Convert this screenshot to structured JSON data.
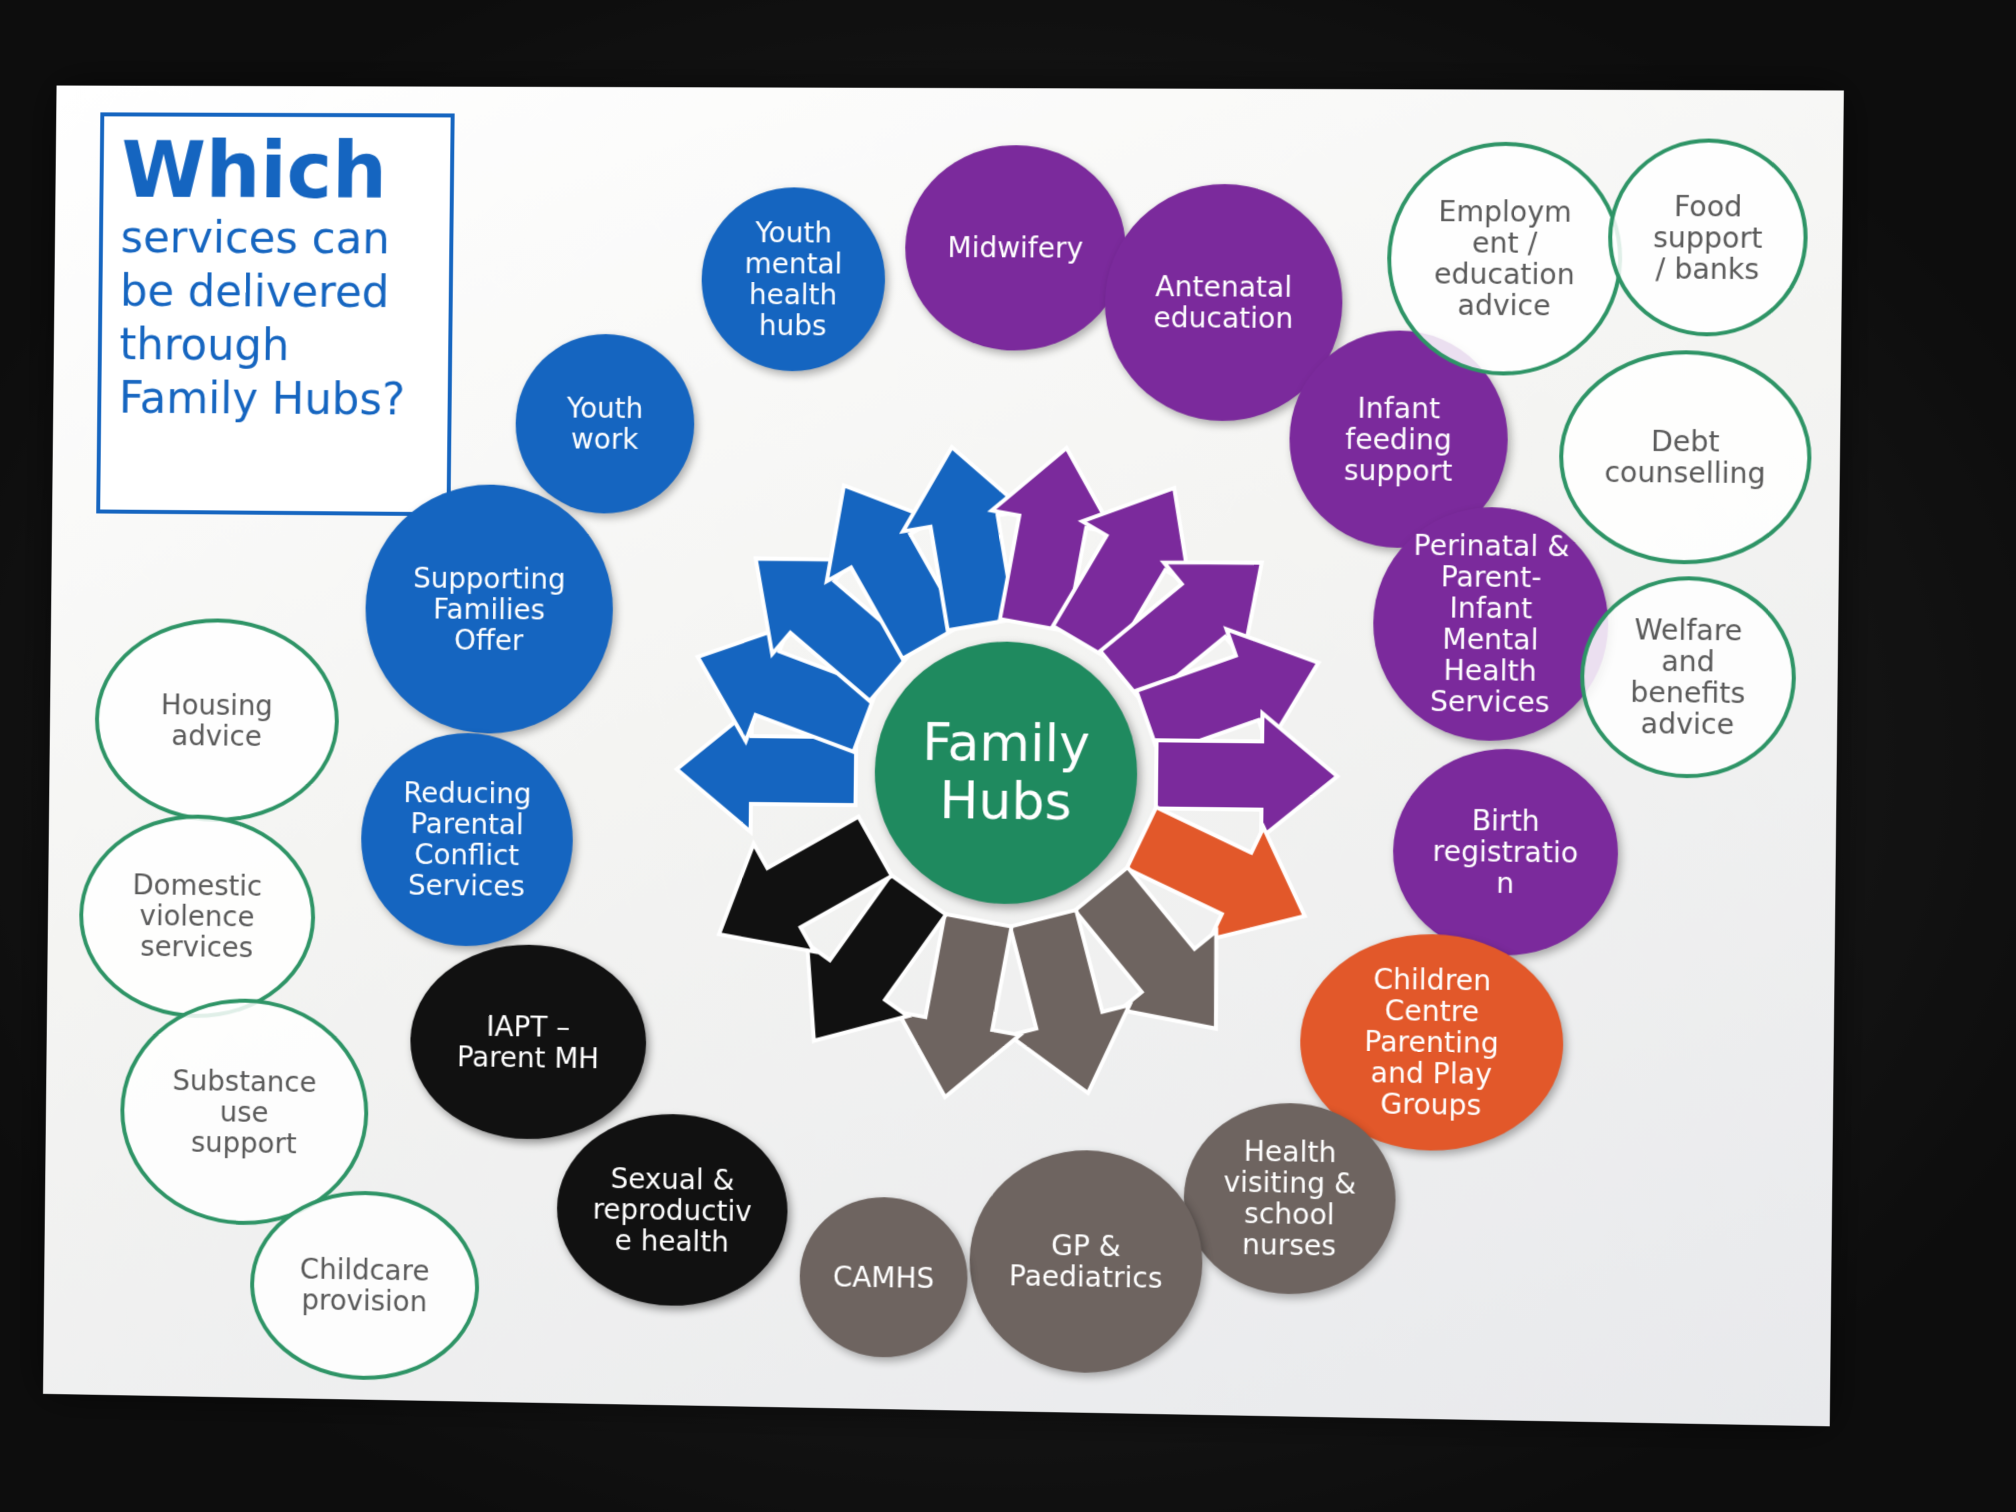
{
  "title": {
    "main": "Which",
    "sub": "services can\nbe delivered\nthrough\nFamily Hubs?"
  },
  "center": {
    "label": "Family\nHubs",
    "color": "#1f8a5f"
  },
  "colors": {
    "blue": "#1565c0",
    "purple": "#7b2a9c",
    "black": "#111111",
    "brown": "#6e6460",
    "orange": "#e2582a",
    "green_outline": "#2e9466",
    "center_green": "#1f8a5f"
  },
  "services": {
    "youth_mental_health": "Youth\nmental\nhealth\nhubs",
    "youth_work": "Youth\nwork",
    "supporting_families": "Supporting\nFamilies\nOffer",
    "reducing_conflict": "Reducing\nParental\nConflict\nServices",
    "midwifery": "Midwifery",
    "antenatal": "Antenatal\neducation",
    "infant_feeding": "Infant\nfeeding\nsupport",
    "perinatal": "Perinatal &\nParent-\nInfant\nMental\nHealth\nServices",
    "birth_registration": "Birth\nregistratio\nn",
    "children_centre": "Children\nCentre\nParenting\nand Play\nGroups",
    "health_visiting": "Health\nvisiting &\nschool\nnurses",
    "gp": "GP &\nPaediatrics",
    "camhs": "CAMHS",
    "sexual_health": "Sexual &\nreproductiv\ne health",
    "iapt": "IAPT –\nParent MH",
    "housing": "Housing\nadvice",
    "domestic_violence": "Domestic\nviolence\nservices",
    "substance": "Substance\nuse\nsupport",
    "childcare": "Childcare\nprovision",
    "employment": "Employm\nent /\neducation\nadvice",
    "food": "Food\nsupport\n/ banks",
    "debt": "Debt\ncounselling",
    "welfare": "Welfare\nand\nbenefits\nadvice"
  },
  "arrows": [
    {
      "angle": -180,
      "color": "blue"
    },
    {
      "angle": -160,
      "color": "blue"
    },
    {
      "angle": -140,
      "color": "blue"
    },
    {
      "angle": -120,
      "color": "blue"
    },
    {
      "angle": -100,
      "color": "blue"
    },
    {
      "angle": -80,
      "color": "purple"
    },
    {
      "angle": -60,
      "color": "purple"
    },
    {
      "angle": -40,
      "color": "purple"
    },
    {
      "angle": -20,
      "color": "purple"
    },
    {
      "angle": 0,
      "color": "purple"
    },
    {
      "angle": 25,
      "color": "orange"
    },
    {
      "angle": 50,
      "color": "brown"
    },
    {
      "angle": 75,
      "color": "brown"
    },
    {
      "angle": 100,
      "color": "brown"
    },
    {
      "angle": 125,
      "color": "black"
    },
    {
      "angle": 150,
      "color": "black"
    }
  ]
}
